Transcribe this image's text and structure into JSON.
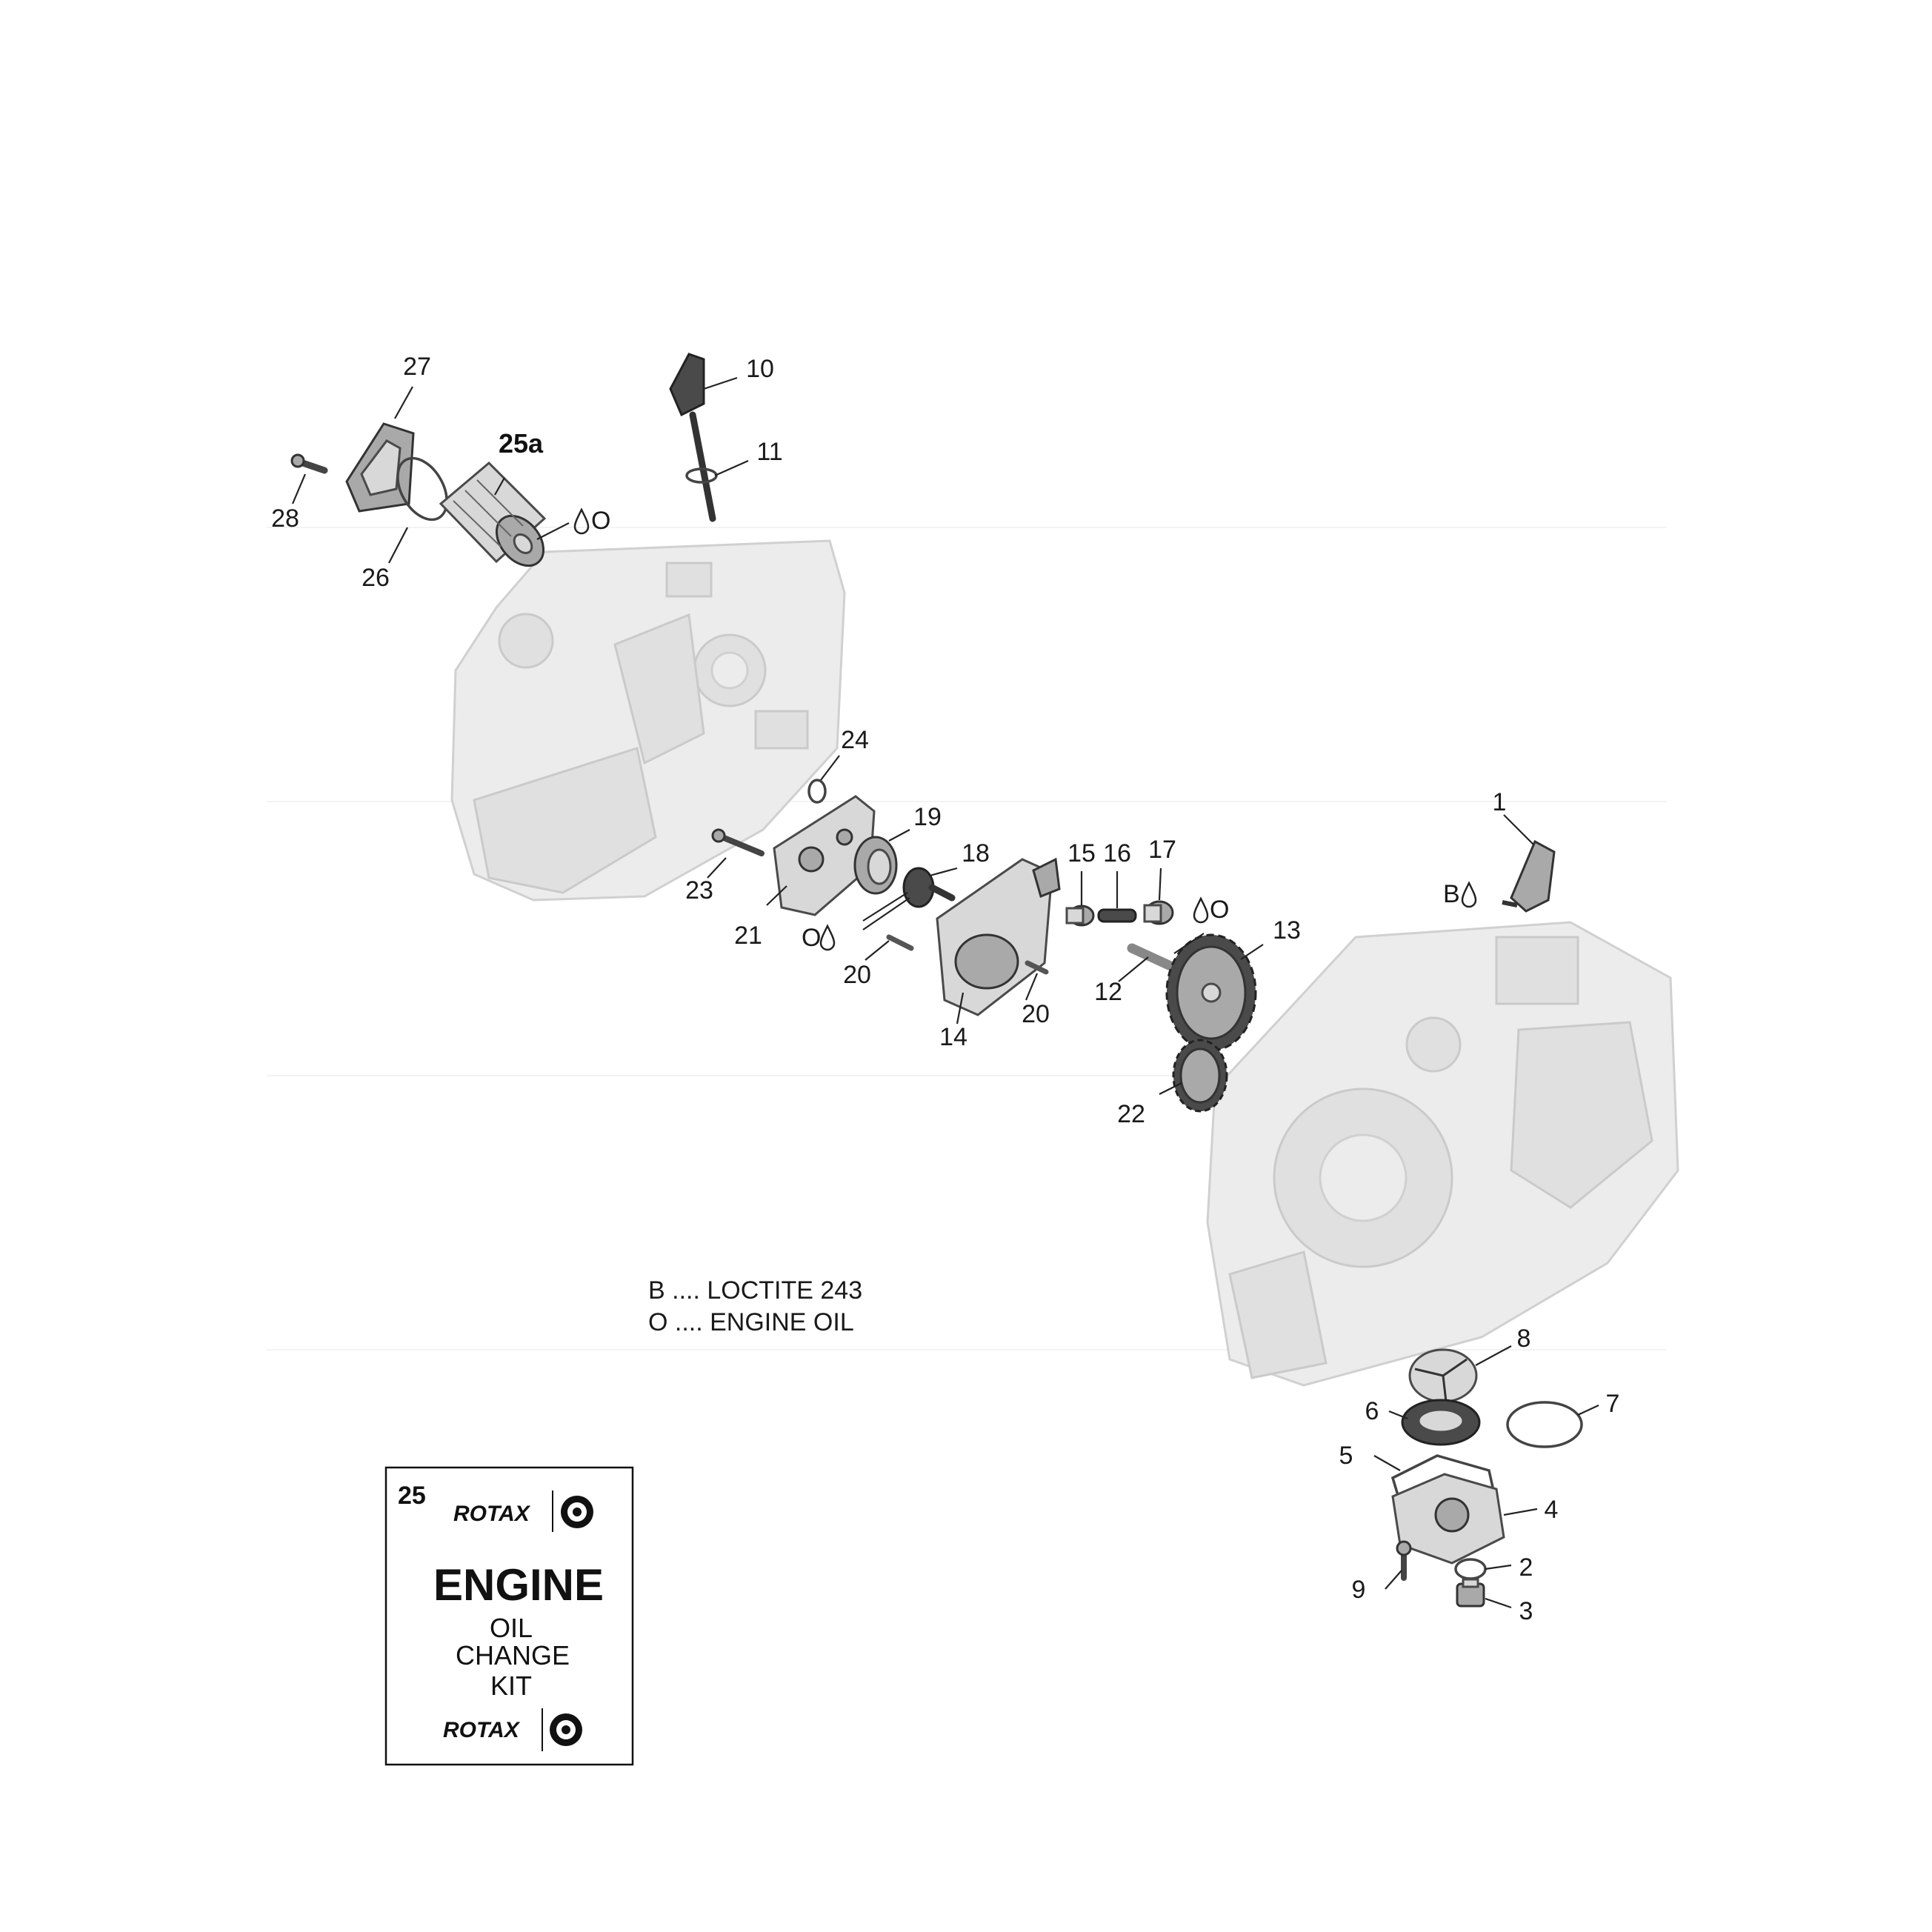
{
  "callouts": [
    {
      "id": "1",
      "label": "1"
    },
    {
      "id": "2",
      "label": "2"
    },
    {
      "id": "3",
      "label": "3"
    },
    {
      "id": "4",
      "label": "4"
    },
    {
      "id": "5",
      "label": "5"
    },
    {
      "id": "6",
      "label": "6"
    },
    {
      "id": "7",
      "label": "7"
    },
    {
      "id": "8",
      "label": "8"
    },
    {
      "id": "9",
      "label": "9"
    },
    {
      "id": "10",
      "label": "10"
    },
    {
      "id": "11",
      "label": "11"
    },
    {
      "id": "12",
      "label": "12"
    },
    {
      "id": "13",
      "label": "13"
    },
    {
      "id": "14",
      "label": "14"
    },
    {
      "id": "15",
      "label": "15"
    },
    {
      "id": "16",
      "label": "16"
    },
    {
      "id": "17",
      "label": "17"
    },
    {
      "id": "18",
      "label": "18"
    },
    {
      "id": "19",
      "label": "19"
    },
    {
      "id": "20a",
      "label": "20"
    },
    {
      "id": "20b",
      "label": "20"
    },
    {
      "id": "21",
      "label": "21"
    },
    {
      "id": "22",
      "label": "22"
    },
    {
      "id": "23",
      "label": "23"
    },
    {
      "id": "24",
      "label": "24"
    },
    {
      "id": "25a",
      "label": "25a"
    },
    {
      "id": "26",
      "label": "26"
    },
    {
      "id": "27",
      "label": "27"
    },
    {
      "id": "28",
      "label": "28"
    }
  ],
  "application_marks": {
    "oil_letter": "O",
    "loctite_letter": "B"
  },
  "legend": {
    "line_b": "B .... LOCTITE 243",
    "line_o": "O .... ENGINE OIL"
  },
  "kit": {
    "number": "25",
    "brand": "ROTAX",
    "title": "ENGINE",
    "line1": "OIL",
    "line2": "CHANGE",
    "line3": "KIT"
  }
}
